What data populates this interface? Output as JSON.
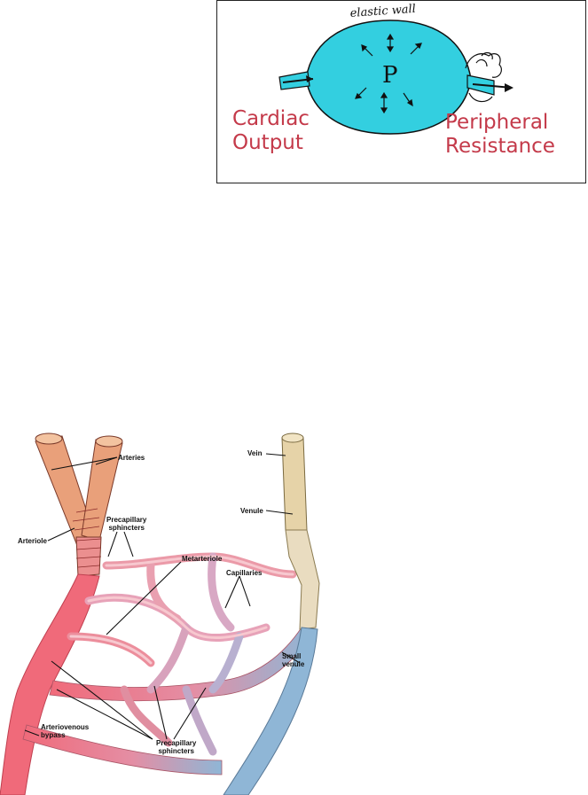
{
  "pressure_figure": {
    "wall_label": "elastic wall",
    "pressure_symbol": "P",
    "inflow_label": "Cardiac\nOutput",
    "outflow_label": "Peripheral\nResistance",
    "colors": {
      "chamber": "#33cfe0",
      "label": "#c43a4a",
      "ink": "#111111"
    }
  },
  "microcirculation_figure": {
    "labels": {
      "arteries": "Arteries",
      "arteriole": "Arteriole",
      "precapillary_sphincters_top": "Precapillary\nsphincters",
      "metarteriole": "Metarteriole",
      "capillaries": "Capillaries",
      "vein": "Vein",
      "venule": "Venule",
      "small_venule": "Small\nvenule",
      "arteriovenous_bypass": "Arteriovenous\nbypass",
      "precapillary_sphincters_bottom": "Precapillary\nsphincters"
    },
    "colors": {
      "arterial": "#f06a7a",
      "venous": "#8fb6d6",
      "artery_wall": "#e9a07a",
      "vein_wall": "#e6d3a8"
    }
  }
}
